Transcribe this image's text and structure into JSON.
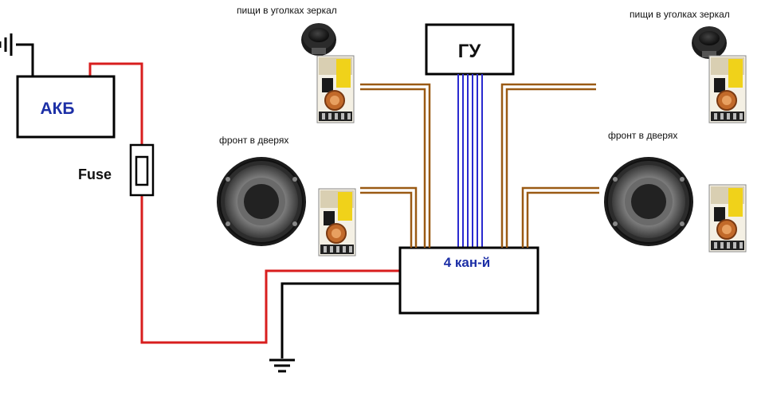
{
  "labels": {
    "tweeter_left": "пищи в уголках зеркал",
    "tweeter_right": "пищи в уголках зеркал",
    "front_left": "фронт в дверях",
    "front_right": "фронт в дверях",
    "battery": "АКБ",
    "fuse": "Fuse",
    "head_unit": "ГУ",
    "amplifier": "4 кан-й"
  },
  "colors": {
    "power": "#d81e1e",
    "ground": "#000000",
    "speaker_wire": "#9a5a14",
    "rca": "#2a2ad0",
    "battery_text": "#1c2fa6",
    "amp_text": "#1c2fa6"
  },
  "icons": {
    "battery_ground": "ground-icon",
    "amp_ground": "ground-icon",
    "speaker": "speaker-icon",
    "tweeter": "tweeter-icon",
    "crossover": "crossover-icon"
  }
}
